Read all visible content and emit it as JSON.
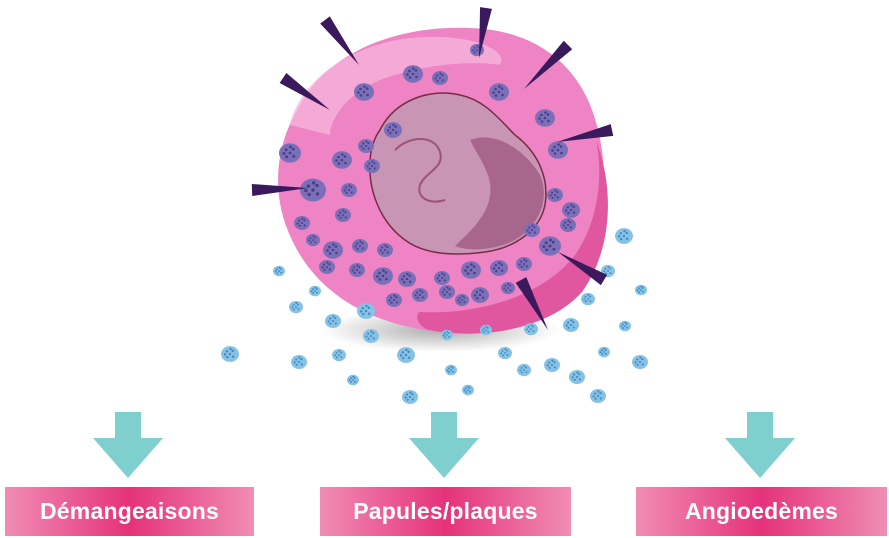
{
  "colors": {
    "cell_body": "#ee84c4",
    "cell_highlight": "#f6b6de",
    "cell_rim": "#e0569f",
    "nucleus_fill": "#c995b4",
    "nucleus_dark": "#a8668c",
    "nucleus_outline": "#7a2b47",
    "granule_fill": "#7b70b8",
    "granule_dot": "#4a3d8c",
    "released_granule": "#86c2e6",
    "released_dot": "#3f86bd",
    "receptor_spike": "#3a1a5c",
    "arrow": "#7ecfcd",
    "label_box_edge": "#f08db5",
    "label_box_center": "#e5327a"
  },
  "icons": [
    "mast-cell-illustration",
    "down-arrow-icon"
  ],
  "outcomes": [
    {
      "label": "Démangeaisons"
    },
    {
      "label": "Papules/plaques"
    },
    {
      "label": "Angioedèmes"
    }
  ]
}
